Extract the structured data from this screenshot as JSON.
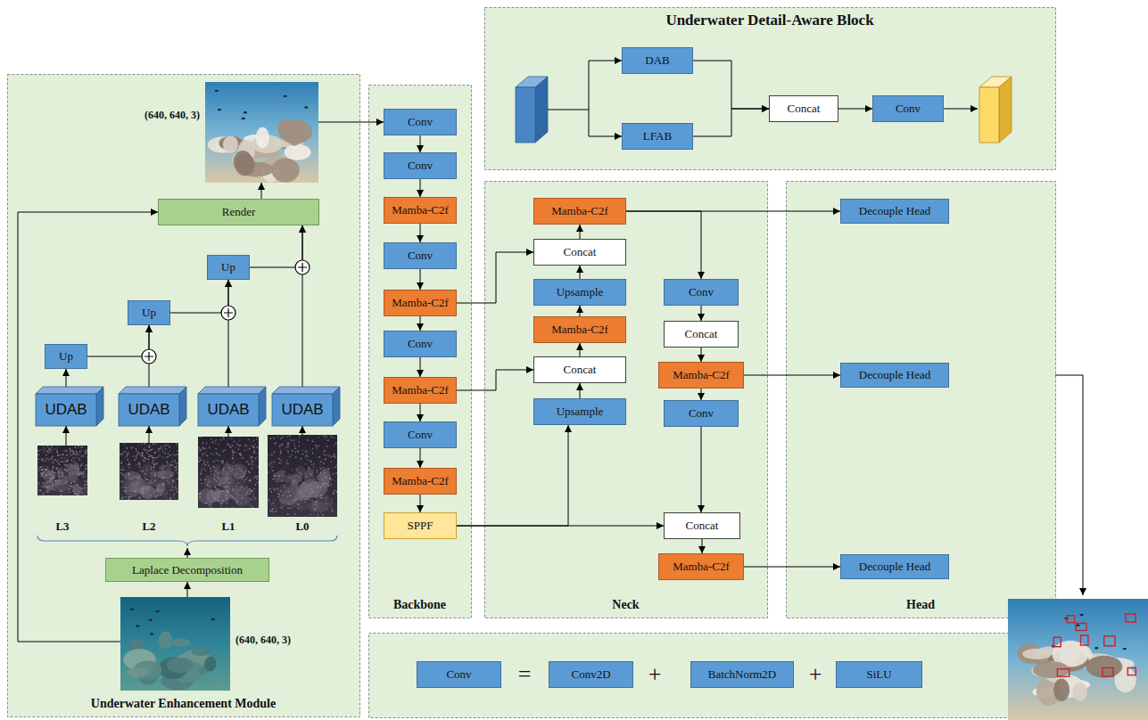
{
  "diagram": {
    "nodes": [
      {
        "text": [
          "Underwater Enhancement Module"
        ]
      },
      {
        "text": [
          "(640, 640, 3)"
        ],
        "in": 0
      },
      {
        "text": [
          "Render"
        ],
        "in": 0
      },
      {
        "text": [
          "Up"
        ],
        "in": 0
      },
      {
        "text": [
          "Up"
        ],
        "in": 0
      },
      {
        "text": [
          "Up"
        ],
        "in": 0
      },
      {
        "text": [
          "UDAB"
        ],
        "in": 0
      },
      {
        "text": [
          "UDAB"
        ],
        "in": 0
      },
      {
        "text": [
          "UDAB"
        ],
        "in": 0
      },
      {
        "text": [
          "UDAB"
        ],
        "in": 0
      },
      {
        "text": [
          "L3"
        ],
        "in": 0
      },
      {
        "text": [
          "L2"
        ],
        "in": 0
      },
      {
        "text": [
          "L1"
        ],
        "in": 0
      },
      {
        "text": [
          "L0"
        ],
        "in": 0
      },
      {
        "text": [
          "Laplace Decomposition"
        ],
        "in": 0
      },
      {
        "text": [
          "(640, 640, 3)"
        ],
        "in": 0
      },
      {
        "text": [
          "Backbone"
        ]
      },
      {
        "text": [
          "Conv"
        ],
        "in": 16
      },
      {
        "text": [
          "Conv"
        ],
        "in": 16
      },
      {
        "text": [
          "Mamba-C2f"
        ],
        "in": 16
      },
      {
        "text": [
          "Conv"
        ],
        "in": 16
      },
      {
        "text": [
          "Mamba-C2f"
        ],
        "in": 16
      },
      {
        "text": [
          "Conv"
        ],
        "in": 16
      },
      {
        "text": [
          "Mamba-C2f"
        ],
        "in": 16
      },
      {
        "text": [
          "Conv"
        ],
        "in": 16
      },
      {
        "text": [
          "Mamba-C2f"
        ],
        "in": 16
      },
      {
        "text": [
          "SPPF"
        ],
        "in": 16
      },
      {
        "text": [
          "Underwater Detail-Aware Block"
        ]
      },
      {
        "text": [
          "DAB"
        ],
        "in": 27
      },
      {
        "text": [
          "LFAB"
        ],
        "in": 27
      },
      {
        "text": [
          "Concat"
        ],
        "in": 27
      },
      {
        "text": [
          "Conv"
        ],
        "in": 27
      },
      {
        "text": [
          "Neck"
        ]
      },
      {
        "text": [
          "Mamba-C2f"
        ],
        "in": 32
      },
      {
        "text": [
          "Concat"
        ],
        "in": 32
      },
      {
        "text": [
          "Upsample"
        ],
        "in": 32
      },
      {
        "text": [
          "Mamba-C2f"
        ],
        "in": 32
      },
      {
        "text": [
          "Concat"
        ],
        "in": 32
      },
      {
        "text": [
          "Upsample"
        ],
        "in": 32
      },
      {
        "text": [
          "Conv"
        ],
        "in": 32
      },
      {
        "text": [
          "Concat"
        ],
        "in": 32
      },
      {
        "text": [
          "Mamba-C2f"
        ],
        "in": 32
      },
      {
        "text": [
          "Conv"
        ],
        "in": 32
      },
      {
        "text": [
          "Concat"
        ],
        "in": 32
      },
      {
        "text": [
          "Mamba-C2f"
        ],
        "in": 32
      },
      {
        "text": [
          "Head"
        ]
      },
      {
        "text": [
          "Decouple Head"
        ],
        "in": 45
      },
      {
        "text": [
          "Decouple Head"
        ],
        "in": 45
      },
      {
        "text": [
          "Decouple Head"
        ],
        "in": 45
      },
      {
        "text": [
          "Conv"
        ]
      },
      {
        "text": [
          "Conv2D"
        ]
      },
      {
        "text": [
          "BatchNorm2D"
        ]
      },
      {
        "text": [
          "SiLU"
        ]
      }
    ],
    "edges": [
      {
        "from": 15,
        "to": 14,
        "arrow": "to"
      },
      {
        "from": 10,
        "to": 6,
        "arrow": "to"
      },
      {
        "from": 11,
        "to": 7,
        "arrow": "to"
      },
      {
        "from": 12,
        "to": 8,
        "arrow": "to"
      },
      {
        "from": 13,
        "to": 9,
        "arrow": "to"
      },
      {
        "from": 6,
        "to": 5,
        "arrow": "to"
      },
      {
        "from": 5,
        "to": 4,
        "arrow": "to"
      },
      {
        "from": 7,
        "to": 4,
        "arrow": "to"
      },
      {
        "from": 4,
        "to": 3,
        "arrow": "to"
      },
      {
        "from": 8,
        "to": 3,
        "arrow": "to"
      },
      {
        "from": 3,
        "to": 2,
        "arrow": "to"
      },
      {
        "from": 9,
        "to": 2,
        "arrow": "to"
      },
      {
        "from": 15,
        "to": 2,
        "arrow": "to"
      },
      {
        "from": 2,
        "to": 1,
        "arrow": "to"
      },
      {
        "from": 1,
        "to": 17,
        "arrow": "to"
      },
      {
        "from": 17,
        "to": 18,
        "arrow": "to"
      },
      {
        "from": 18,
        "to": 19,
        "arrow": "to"
      },
      {
        "from": 19,
        "to": 20,
        "arrow": "to"
      },
      {
        "from": 20,
        "to": 21,
        "arrow": "to"
      },
      {
        "from": 21,
        "to": 22,
        "arrow": "to"
      },
      {
        "from": 22,
        "to": 23,
        "arrow": "to"
      },
      {
        "from": 23,
        "to": 24,
        "arrow": "to"
      },
      {
        "from": 24,
        "to": 25,
        "arrow": "to"
      },
      {
        "from": 25,
        "to": 26,
        "arrow": "to"
      },
      {
        "from": 21,
        "to": 34,
        "arrow": "to"
      },
      {
        "from": 23,
        "to": 37,
        "arrow": "to"
      },
      {
        "from": 26,
        "to": 38,
        "arrow": "to"
      },
      {
        "from": 26,
        "to": 43,
        "arrow": "to"
      },
      {
        "from": 38,
        "to": 37,
        "arrow": "to"
      },
      {
        "from": 37,
        "to": 36,
        "arrow": "to"
      },
      {
        "from": 36,
        "to": 35,
        "arrow": "to"
      },
      {
        "from": 35,
        "to": 34,
        "arrow": "to"
      },
      {
        "from": 34,
        "to": 33,
        "arrow": "to"
      },
      {
        "from": 33,
        "to": 46,
        "arrow": "to"
      },
      {
        "from": 33,
        "to": 39,
        "arrow": "to"
      },
      {
        "from": 39,
        "to": 40,
        "arrow": "to"
      },
      {
        "from": 40,
        "to": 41,
        "arrow": "to"
      },
      {
        "from": 41,
        "to": 47,
        "arrow": "to"
      },
      {
        "from": 41,
        "to": 42,
        "arrow": "to"
      },
      {
        "from": 42,
        "to": 43,
        "arrow": "to"
      },
      {
        "from": 43,
        "to": 44,
        "arrow": "to"
      },
      {
        "from": 44,
        "to": 48,
        "arrow": "to"
      },
      {
        "from": 28,
        "to": 30,
        "arrow": "to"
      },
      {
        "from": 29,
        "to": 30,
        "arrow": "to"
      },
      {
        "from": 30,
        "to": 31,
        "arrow": "to"
      }
    ],
    "labels": [
      "=",
      "+",
      "+"
    ]
  }
}
